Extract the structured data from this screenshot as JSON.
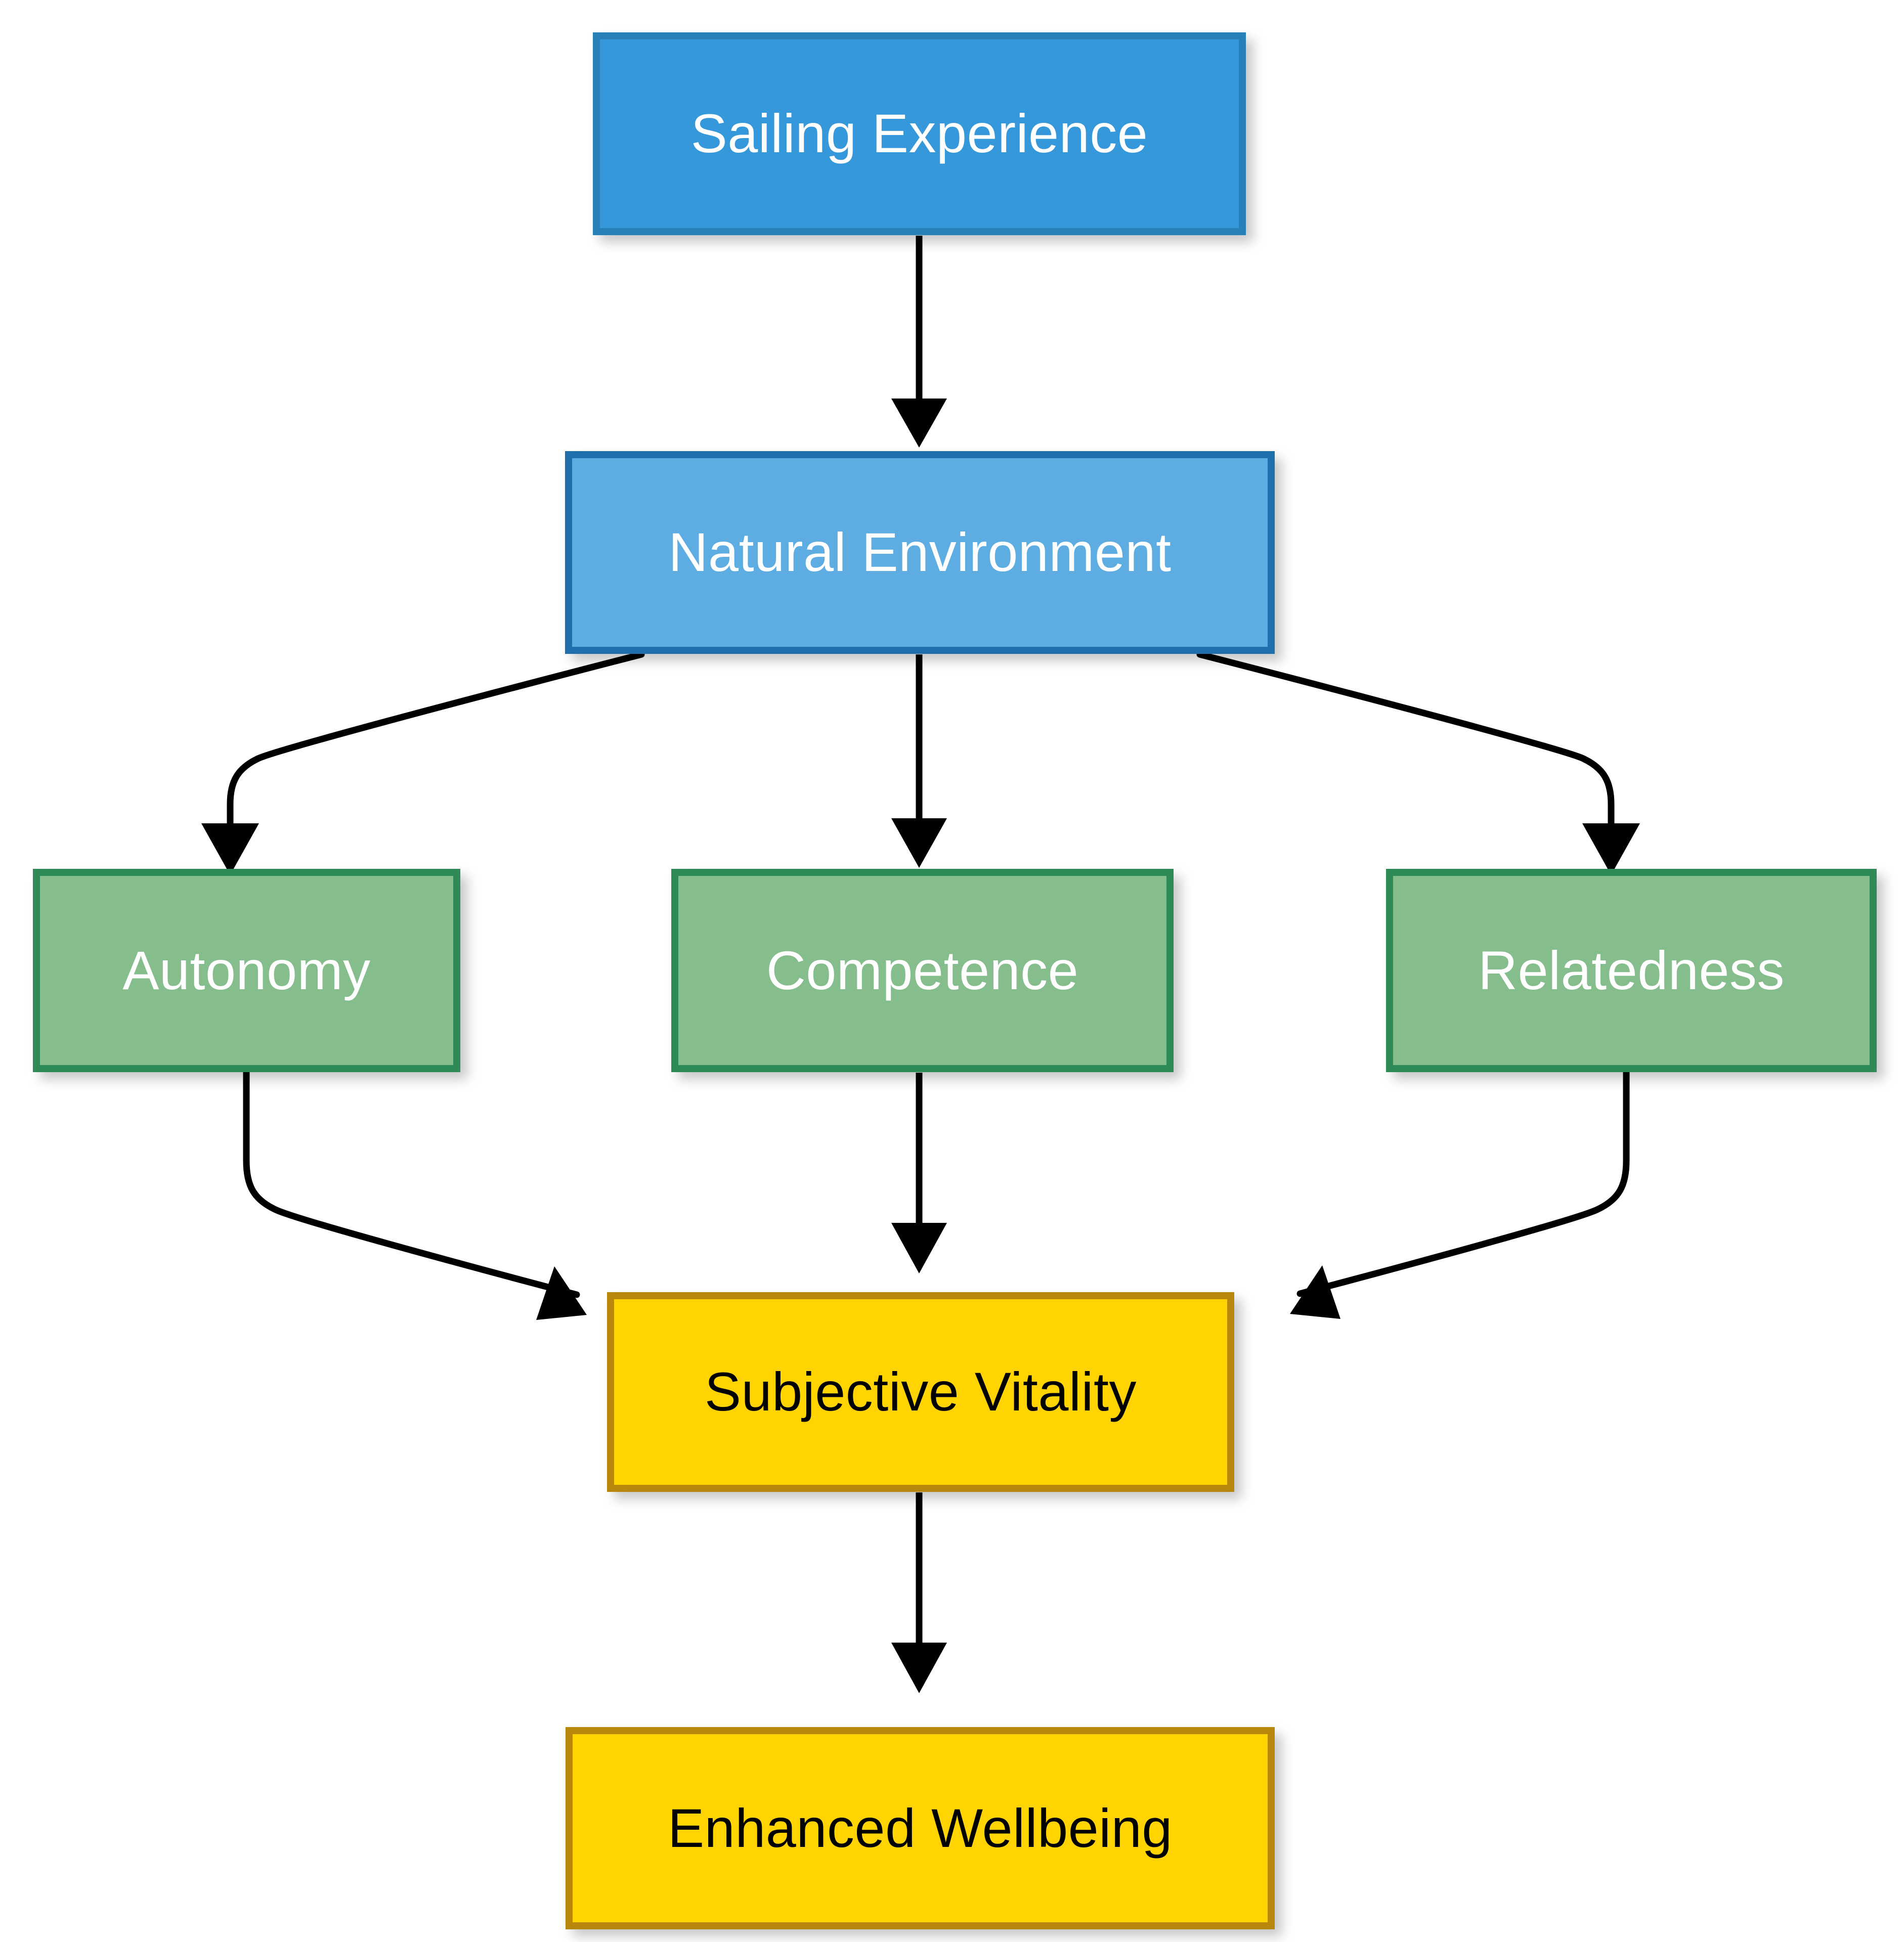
{
  "diagram": {
    "type": "flowchart",
    "direction": "top-to-bottom",
    "background_color": "#ffffff",
    "nodes": [
      {
        "id": "sailing",
        "label": "Sailing Experience",
        "fill": "#3498db",
        "border": "#2980b9",
        "text_color": "#ffffff",
        "shape": "rectangle"
      },
      {
        "id": "environment",
        "label": "Natural Environment",
        "fill": "#5dade2",
        "border": "#1f6fad",
        "text_color": "#ffffff",
        "shape": "rectangle"
      },
      {
        "id": "autonomy",
        "label": "Autonomy",
        "fill": "#86bd8c",
        "border": "#2e8b57",
        "text_color": "#ffffff",
        "shape": "rectangle"
      },
      {
        "id": "competence",
        "label": "Competence",
        "fill": "#86bd8c",
        "border": "#2e8b57",
        "text_color": "#ffffff",
        "shape": "rectangle"
      },
      {
        "id": "relatedness",
        "label": "Relatedness",
        "fill": "#86bd8c",
        "border": "#2e8b57",
        "text_color": "#ffffff",
        "shape": "rectangle"
      },
      {
        "id": "vitality",
        "label": "Subjective Vitality",
        "fill": "#ffd400",
        "border": "#b8860b",
        "text_color": "#000000",
        "shape": "rectangle"
      },
      {
        "id": "wellbeing",
        "label": "Enhanced Wellbeing",
        "fill": "#ffd400",
        "border": "#b8860b",
        "text_color": "#000000",
        "shape": "rectangle"
      }
    ],
    "edges": [
      {
        "from": "sailing",
        "to": "environment",
        "label": "",
        "style": "solid",
        "arrow": "filled-triangle",
        "color": "#000000"
      },
      {
        "from": "environment",
        "to": "autonomy",
        "label": "",
        "style": "solid",
        "arrow": "filled-triangle",
        "color": "#000000"
      },
      {
        "from": "environment",
        "to": "competence",
        "label": "",
        "style": "solid",
        "arrow": "filled-triangle",
        "color": "#000000"
      },
      {
        "from": "environment",
        "to": "relatedness",
        "label": "",
        "style": "solid",
        "arrow": "filled-triangle",
        "color": "#000000"
      },
      {
        "from": "autonomy",
        "to": "vitality",
        "label": "",
        "style": "solid",
        "arrow": "filled-triangle",
        "color": "#000000"
      },
      {
        "from": "competence",
        "to": "vitality",
        "label": "",
        "style": "solid",
        "arrow": "filled-triangle",
        "color": "#000000"
      },
      {
        "from": "relatedness",
        "to": "vitality",
        "label": "",
        "style": "solid",
        "arrow": "filled-triangle",
        "color": "#000000"
      },
      {
        "from": "vitality",
        "to": "wellbeing",
        "label": "",
        "style": "solid",
        "arrow": "filled-triangle",
        "color": "#000000"
      }
    ]
  }
}
